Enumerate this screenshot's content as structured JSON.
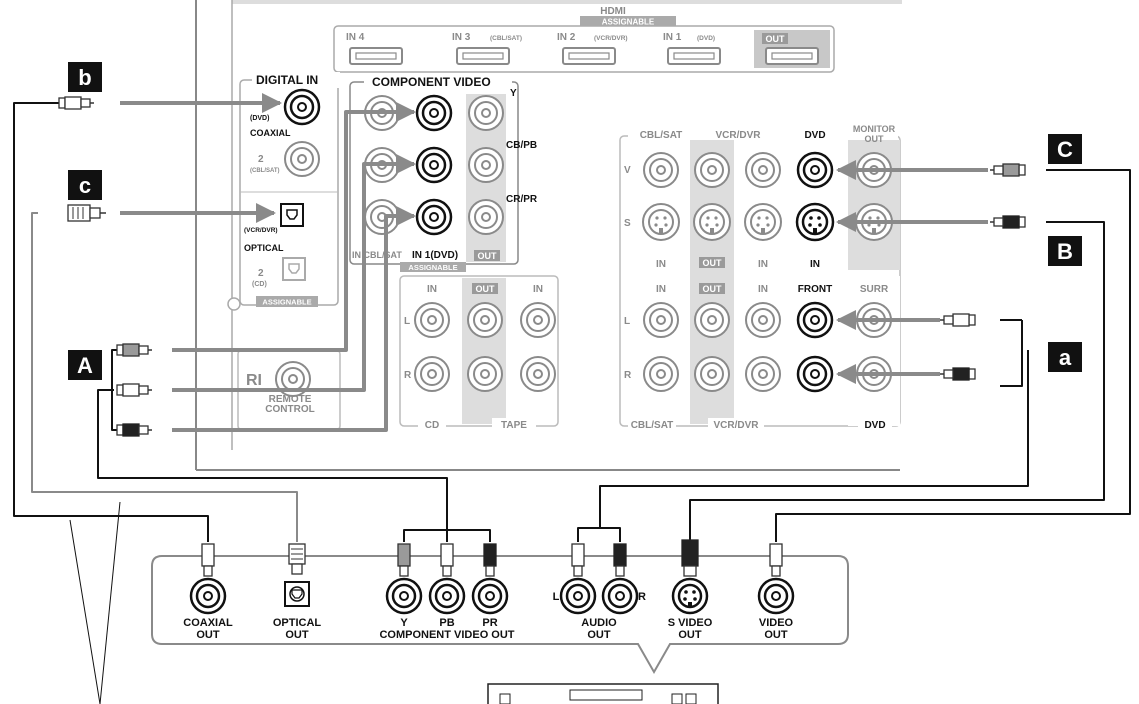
{
  "receiver": {
    "hdmi": {
      "title": "HDMI",
      "assignable": "ASSIGNABLE",
      "inputs": [
        {
          "label": "IN 4",
          "sub": ""
        },
        {
          "label": "IN 3",
          "sub": "(CBL/SAT)"
        },
        {
          "label": "IN 2",
          "sub": "(VCR/DVR)"
        },
        {
          "label": "IN 1",
          "sub": "(DVD)"
        }
      ],
      "out": "OUT"
    },
    "digital_in": {
      "title": "DIGITAL IN",
      "coax1_sub": "(DVD)",
      "coaxial": "COAXIAL",
      "coax2": "2",
      "coax2_sub": "(CBL/SAT)",
      "opt1_sub": "(VCR/DVR)",
      "optical": "OPTICAL",
      "opt2": "2",
      "opt2_sub": "(CD)",
      "assignable": "ASSIGNABLE"
    },
    "component": {
      "title": "COMPONENT VIDEO",
      "y": "Y",
      "cb": "CB/PB",
      "cr": "CR/PR",
      "in_cblsat": "IN  CBL/SAT",
      "in1": "IN 1(DVD)",
      "assignable": "ASSIGNABLE",
      "out": "OUT"
    },
    "remote": {
      "logo": "RI",
      "line1": "REMOTE",
      "line2": "CONTROL"
    },
    "audio_in": {
      "in": "IN",
      "out": "OUT",
      "l": "L",
      "r": "R",
      "cd": "CD",
      "tape": "TAPE"
    },
    "video_in": {
      "cbl_sat": "CBL/SAT",
      "vcr_dvr": "VCR/DVR",
      "dvd": "DVD",
      "monitor1": "MONITOR",
      "monitor2": "OUT",
      "v": "V",
      "s": "S",
      "in": "IN",
      "out": "OUT",
      "front": "FRONT",
      "surr": "SURR"
    }
  },
  "labels": {
    "b": "b",
    "c": "c",
    "A": "A",
    "a": "a",
    "B": "B",
    "C": "C"
  },
  "player": {
    "coaxial_out": [
      "COAXIAL",
      "OUT"
    ],
    "optical_out": [
      "OPTICAL",
      "OUT"
    ],
    "y": "Y",
    "pb": "PB",
    "pr": "PR",
    "component_out": "COMPONENT VIDEO OUT",
    "audio_l": "L",
    "audio_r": "R",
    "audio_out": [
      "AUDIO",
      "OUT"
    ],
    "svideo_out": [
      "S VIDEO",
      "OUT"
    ],
    "video_out": [
      "VIDEO",
      "OUT"
    ]
  }
}
